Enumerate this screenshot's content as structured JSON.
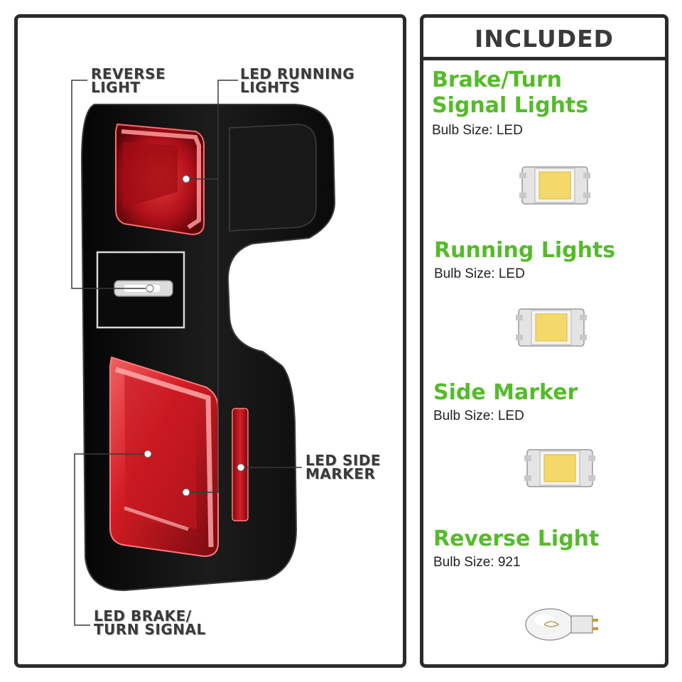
{
  "callouts": {
    "reverse_light": [
      "REVERSE",
      "LIGHT"
    ],
    "led_running_lights": [
      "LED RUNNING",
      "LIGHTS"
    ],
    "led_side_marker": [
      "LED SIDE",
      "MARKER"
    ],
    "led_brake_turn": [
      "LED BRAKE/",
      "TURN SIGNAL"
    ]
  },
  "included": {
    "header": "INCLUDED",
    "items": [
      {
        "title_lines": [
          "Brake/Turn",
          "Signal Lights"
        ],
        "bulb_size": "Bulb Size: LED",
        "bulb_icon": "led-chip-icon"
      },
      {
        "title_lines": [
          "Running Lights"
        ],
        "bulb_size": "Bulb Size: LED",
        "bulb_icon": "led-chip-icon"
      },
      {
        "title_lines": [
          "Side Marker"
        ],
        "bulb_size": "Bulb Size: LED",
        "bulb_icon": "led-chip-icon"
      },
      {
        "title_lines": [
          "Reverse Light"
        ],
        "bulb_size": "Bulb Size: 921",
        "bulb_icon": "wedge-bulb-icon"
      }
    ]
  },
  "colors": {
    "title_green": "#55bb2a",
    "lens_red": "#c8101e",
    "housing_black": "#111111",
    "border": "#2b2b2b"
  }
}
